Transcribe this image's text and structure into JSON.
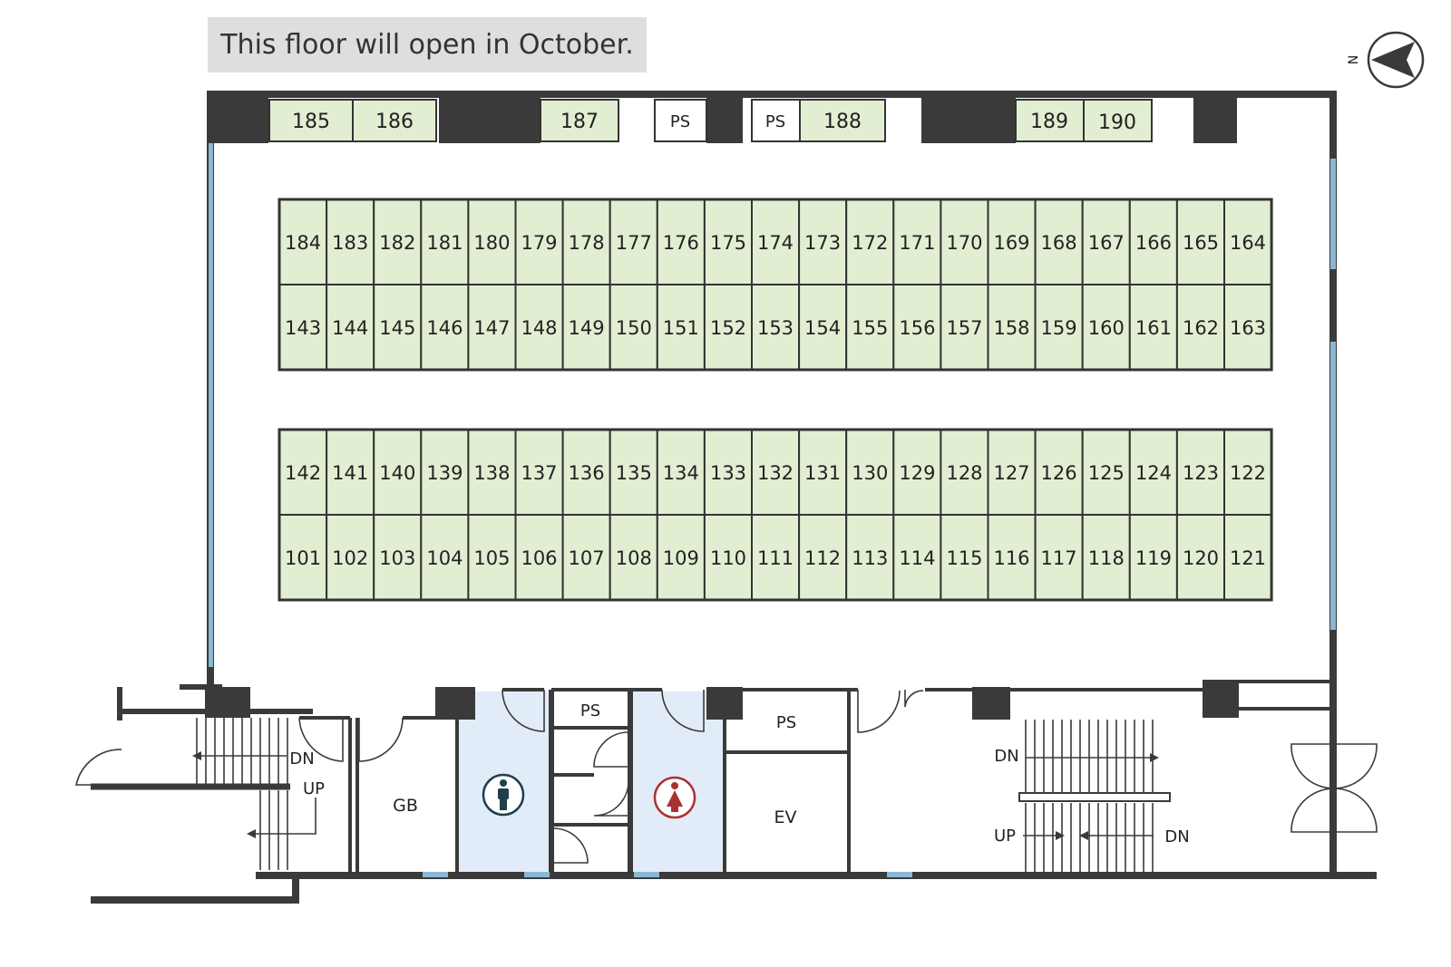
{
  "notice": "This floor will open in October.",
  "compass": {
    "label": "N",
    "icon": "north-arrow-icon"
  },
  "colors": {
    "unit_fill": "#e2eed2",
    "wall": "#3a3a3a",
    "window": "#8ab8d6",
    "restroom_fill": "#e2ecf8",
    "men_icon": "#1f3f4a",
    "women_icon": "#a83232"
  },
  "top_units": [
    "185",
    "186",
    "187",
    "188",
    "189",
    "190"
  ],
  "grid_rows": [
    [
      "184",
      "183",
      "182",
      "181",
      "180",
      "179",
      "178",
      "177",
      "176",
      "175",
      "174",
      "173",
      "172",
      "171",
      "170",
      "169",
      "168",
      "167",
      "166",
      "165",
      "164"
    ],
    [
      "143",
      "144",
      "145",
      "146",
      "147",
      "148",
      "149",
      "150",
      "151",
      "152",
      "153",
      "154",
      "155",
      "156",
      "157",
      "158",
      "159",
      "160",
      "161",
      "162",
      "163"
    ],
    [
      "142",
      "141",
      "140",
      "139",
      "138",
      "137",
      "136",
      "135",
      "134",
      "133",
      "132",
      "131",
      "130",
      "129",
      "128",
      "127",
      "126",
      "125",
      "124",
      "123",
      "122"
    ],
    [
      "101",
      "102",
      "103",
      "104",
      "105",
      "106",
      "107",
      "108",
      "109",
      "110",
      "111",
      "112",
      "113",
      "114",
      "115",
      "116",
      "117",
      "118",
      "119",
      "120",
      "121"
    ]
  ],
  "rooms": {
    "ps": "PS",
    "gb": "GB",
    "ev": "EV",
    "dn": "DN",
    "up": "UP"
  },
  "restroom_icons": {
    "men": "men-restroom-icon",
    "women": "women-restroom-icon"
  }
}
